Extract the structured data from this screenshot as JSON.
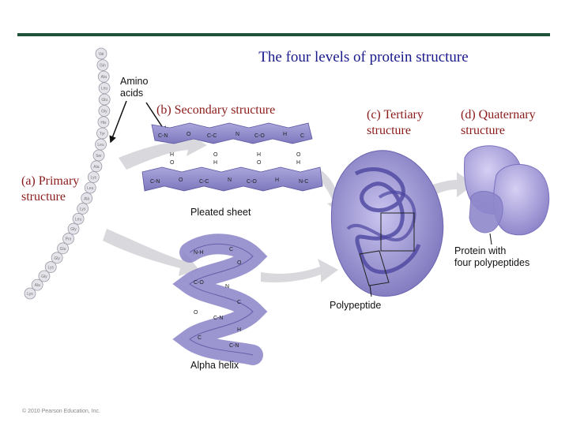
{
  "title": "The four levels of protein structure",
  "labels": {
    "amino_acids_1": "Amino",
    "amino_acids_2": "acids",
    "primary_1": "(a) Primary",
    "primary_2": "structure",
    "secondary": "(b) Secondary structure",
    "tertiary_1": "(c) Tertiary",
    "tertiary_2": "structure",
    "quaternary_1": "(d) Quaternary",
    "quaternary_2": "structure",
    "pleated_sheet": "Pleated sheet",
    "alpha_helix": "Alpha helix",
    "polypeptide": "Polypeptide",
    "protein_1": "Protein with",
    "protein_2": "four polypeptides"
  },
  "amino_acid_chain": [
    "Val",
    "Gln",
    "Ala",
    "Leu",
    "Glu",
    "Gly",
    "His",
    "Tyr",
    "Leu",
    "Ser",
    "Ala",
    "Lys",
    "Leu",
    "Ala",
    "Lys",
    "Leu",
    "Gly",
    "Pro",
    "Glu",
    "Gly",
    "Lys",
    "Gly",
    "Ala",
    "Lys"
  ],
  "credit": "© 2010 Pearson Education, Inc.",
  "colors": {
    "accent_rule": "#1f5238",
    "title": "#1a1a8c",
    "structure_label": "#8b1a1a",
    "protein_fill": "#8d86c9",
    "arrow": "#c8c8cc"
  }
}
